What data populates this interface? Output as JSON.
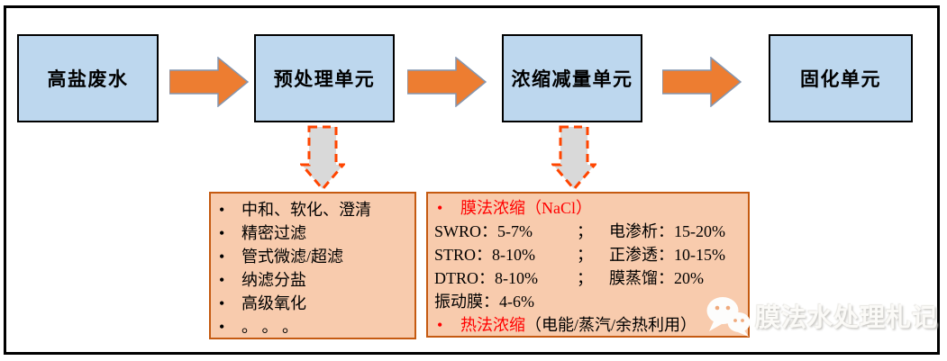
{
  "flow": {
    "boxes": [
      {
        "label": "高盐废水"
      },
      {
        "label": "预处理单元"
      },
      {
        "label": "浓缩减量单元"
      },
      {
        "label": "固化单元"
      }
    ]
  },
  "pretreatment_detail": {
    "items": [
      "中和、软化、澄清",
      "精密过滤",
      "管式微滤/超滤",
      "纳滤分盐",
      "高级氧化",
      "。 。 。"
    ]
  },
  "concentration_detail": {
    "membrane_title": "膜法浓缩（NaCl）",
    "rows": [
      {
        "left": "SWRO：5-7%",
        "sep": "；",
        "right": "电渗析：15-20%"
      },
      {
        "left": "STRO：8-10%",
        "sep": "；",
        "right": "正渗透：10-15%"
      },
      {
        "left": "DTRO：8-10%",
        "sep": "；",
        "right": "膜蒸馏：20%"
      },
      {
        "left": "振动膜：4-6%",
        "sep": "",
        "right": ""
      }
    ],
    "thermal_title": "热法浓缩",
    "thermal_note": "（电能/蒸汽/余热利用）"
  },
  "watermark": {
    "text": "膜法水处理札记"
  },
  "colors": {
    "flow_box_fill": "#BDD7EE",
    "flow_box_border": "#000000",
    "arrow_fill": "#ED7D31",
    "arrow_outline": "#8496B0",
    "dashed_arrow_fill": "#D9D9D9",
    "dashed_arrow_stroke": "#FF4500",
    "detail_box_fill": "#F8CBAD",
    "detail_box_border": "#C55A11",
    "highlight_red": "#FF0000"
  }
}
